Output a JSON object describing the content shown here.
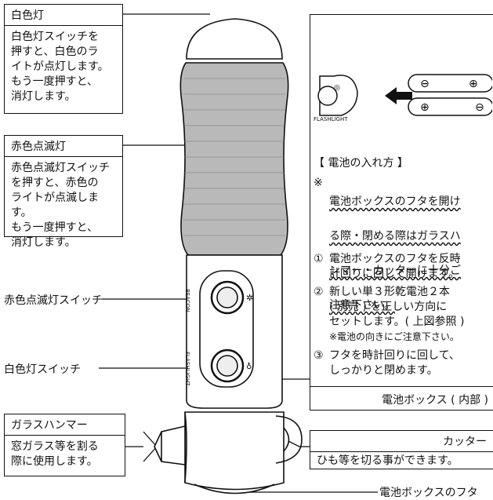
{
  "white_light": {
    "title": "白色灯",
    "desc": "白色灯スイッチを\n押すと、白色のラ\nイトが点灯します。\nもう一度押すと、\n消灯します。"
  },
  "red_flash": {
    "title": "赤色点滅灯",
    "desc": "赤色点滅灯スイッチ\nを押すと、赤色の\nライトが点滅します。\nもう一度押すと、\n消灯します。"
  },
  "labels": {
    "red_switch": "赤色点滅灯スイッチ",
    "white_switch": "白色灯スイッチ",
    "beacon": "BEACON",
    "flashlight": "FLASHLIGHT",
    "battery_box_inner": "電池ボックス ( 内部 )",
    "battery_cover": "電池ボックスのフタ"
  },
  "hammer": {
    "title": "ガラスハンマー",
    "desc": "窓ガラス等を割る\n際に使用します。"
  },
  "cutter": {
    "title": "カッター",
    "desc": "ひも等を切る事ができます。"
  },
  "battery_panel": {
    "heading": "【 電池の入れ方 】",
    "caution_mark": "※",
    "caution_lines": [
      "電池ボックスのフタを開け",
      "る際・閉める際はガラスハ",
      "ンマー・カッターに十分ご",
      "注意下さい。"
    ],
    "step1_num": "①",
    "step1": "電池ボックスのフタを反時\n計回りに回して開けます。",
    "step2_num": "②",
    "step2": "新しい単３形乾電池２本\n( 別売 ) を正しい方向に\nセットします。( 上図参照 )",
    "step2_note": "※電池の向きにご注意下さい。",
    "step3_num": "③",
    "step3": "フタを時計回りに回して、\nしっかりと閉めます。",
    "flashlight_small": "FLASHLIGHT"
  },
  "colors": {
    "line": "#111111",
    "background": "#ffffff"
  }
}
